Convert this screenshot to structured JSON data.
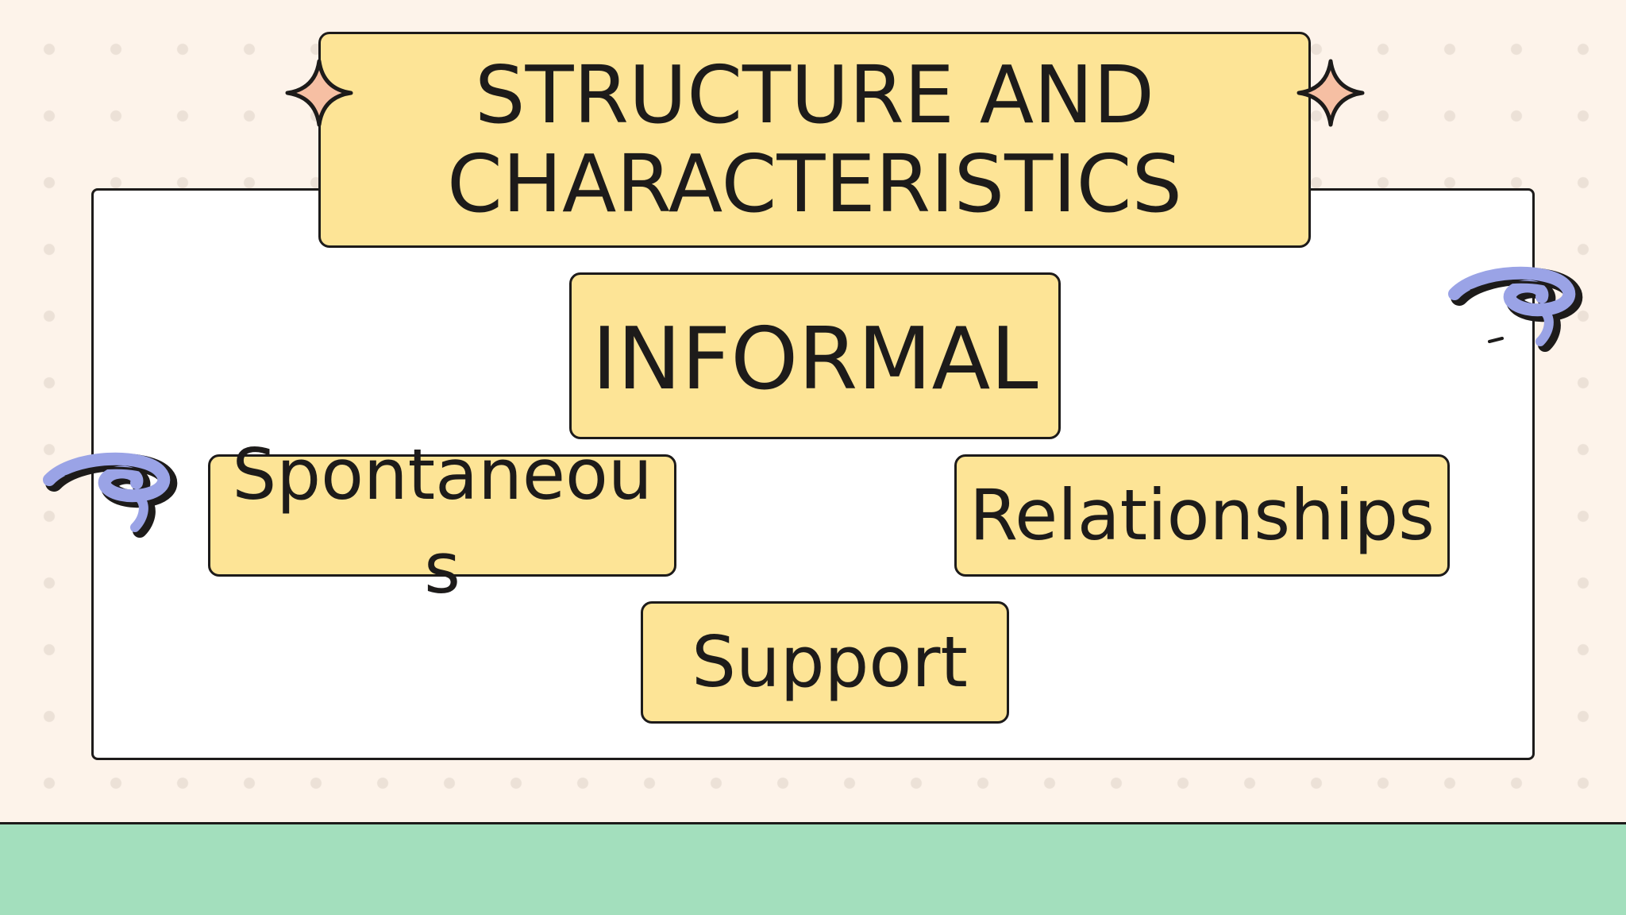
{
  "slide": {
    "title": "STRUCTURE AND\nCHARACTERISTICS",
    "center_label": "INFORMAL",
    "items": [
      "Spontaneous",
      "Relationships",
      "Support"
    ]
  },
  "colors": {
    "background": "#fdf3ea",
    "dots": "#ece1d7",
    "box_fill": "#fde496",
    "outline": "#1d1b1a",
    "panel": "#ffffff",
    "floor": "#a3dfbd",
    "sparkle_fill": "#f6bfa3",
    "swirl_fill": "#9aa3e6"
  },
  "icons": [
    "sparkle-icon",
    "swirl-icon"
  ]
}
